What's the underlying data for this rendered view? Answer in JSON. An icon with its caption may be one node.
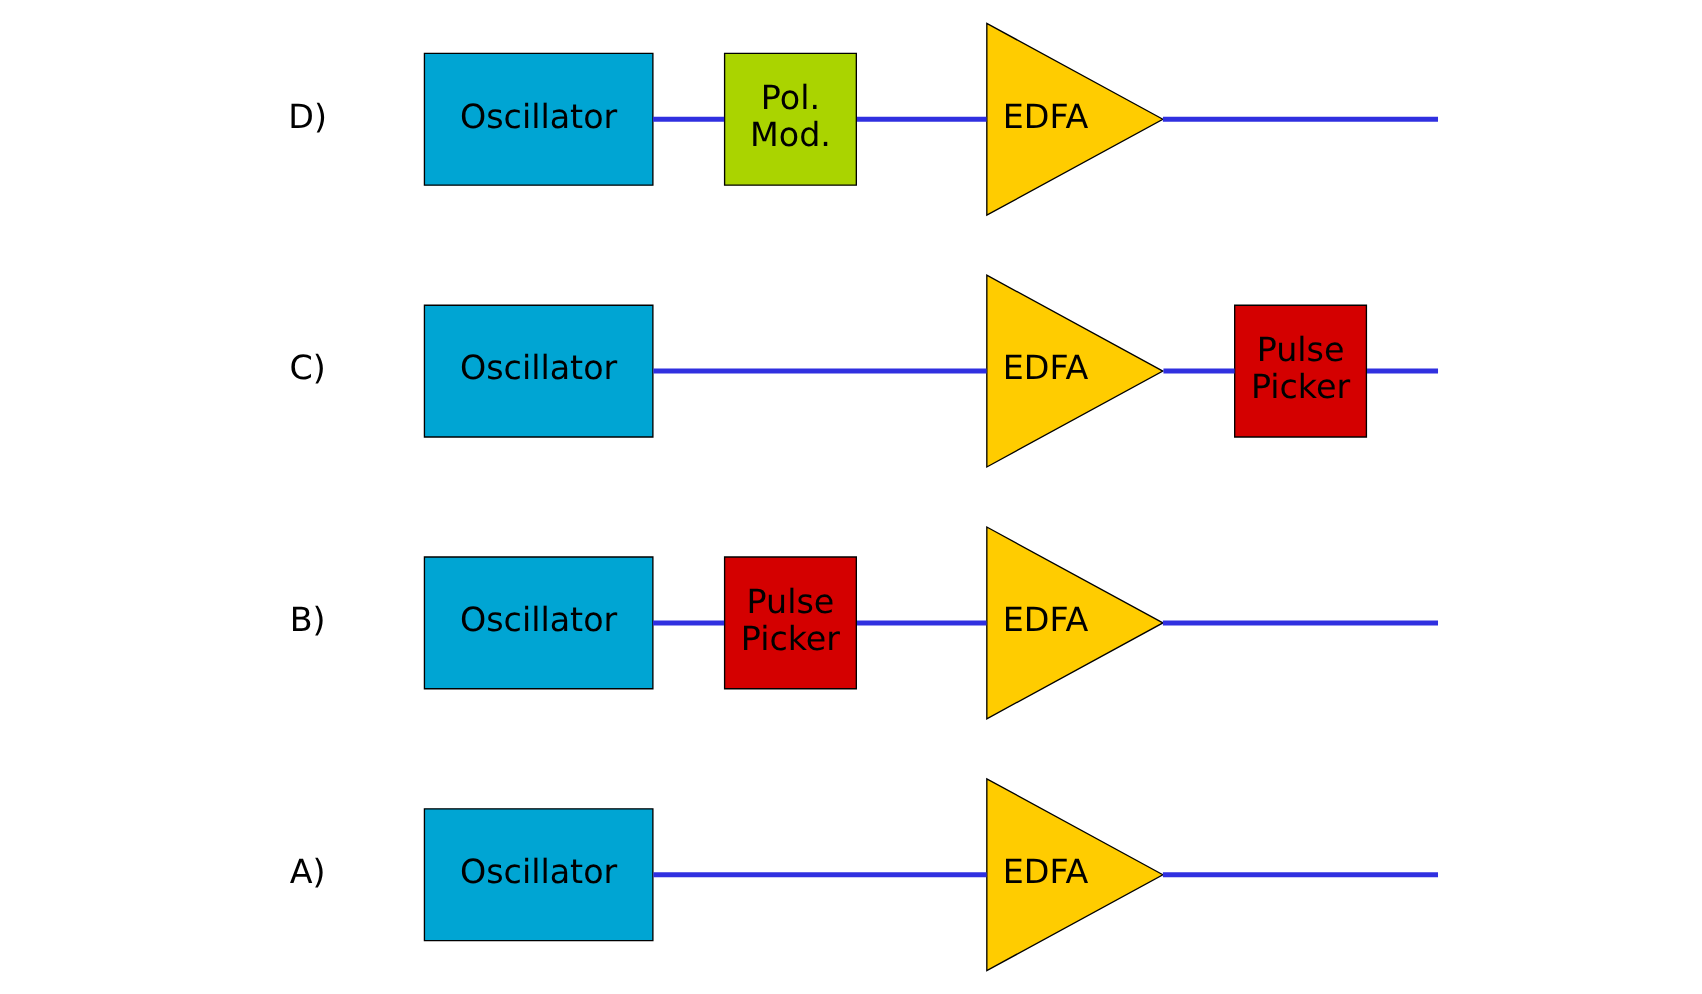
{
  "diagram": {
    "nodes": [
      {
        "text": [
          "Oscillator"
        ]
      },
      {
        "text": [
          "EDFA"
        ]
      },
      {
        "text": [
          "Oscillator"
        ]
      },
      {
        "text": [
          "Pulse Picker"
        ]
      },
      {
        "text": [
          "EDFA"
        ]
      },
      {
        "text": [
          "Oscillator"
        ]
      },
      {
        "text": [
          "EDFA"
        ]
      },
      {
        "text": [
          "Pulse Picker"
        ]
      },
      {
        "text": [
          "Oscillator"
        ]
      },
      {
        "text": [
          "Pol. Mod."
        ]
      },
      {
        "text": [
          "EDFA"
        ]
      }
    ],
    "edges": [
      {
        "from": 0,
        "to": 1,
        "arrow": "none"
      },
      {
        "from": 1,
        "to": null,
        "arrow": "none"
      },
      {
        "from": 2,
        "to": 3,
        "arrow": "none"
      },
      {
        "from": 3,
        "to": 4,
        "arrow": "none"
      },
      {
        "from": 4,
        "to": null,
        "arrow": "none"
      },
      {
        "from": 5,
        "to": 6,
        "arrow": "none"
      },
      {
        "from": 6,
        "to": 7,
        "arrow": "none"
      },
      {
        "from": 7,
        "to": null,
        "arrow": "none"
      },
      {
        "from": 8,
        "to": 9,
        "arrow": "none"
      },
      {
        "from": 9,
        "to": 10,
        "arrow": "none"
      },
      {
        "from": 10,
        "to": null,
        "arrow": "none"
      }
    ],
    "labels": [
      "A)",
      "B)",
      "C)",
      "D)"
    ]
  }
}
